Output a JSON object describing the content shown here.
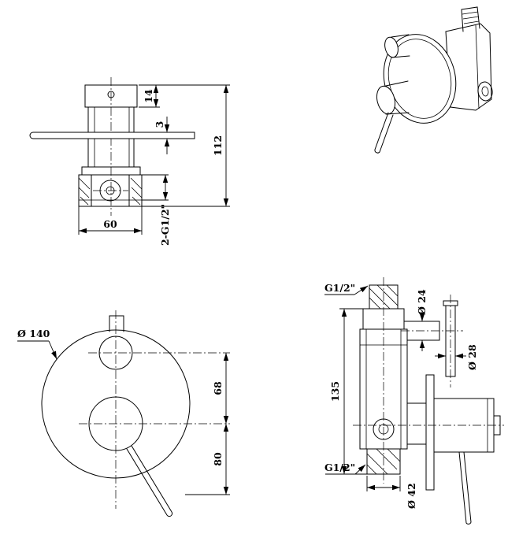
{
  "drawing": {
    "background": "#ffffff",
    "line_color": "#000000",
    "top_view": {
      "dim_cap_height": "14",
      "dim_lever_thickness": "3",
      "dim_total_height": "112",
      "dim_body_width": "60",
      "thread_label": "2-G1/2\""
    },
    "front_view": {
      "dim_plate_diameter": "Ø 140",
      "dim_knob_spacing": "68",
      "dim_lever_drop": "80"
    },
    "side_view": {
      "thread_top": "G1/2\"",
      "dim_top_pipe_diameter": "Ø 24",
      "dim_rod_diameter": "Ø 28",
      "dim_body_height": "135",
      "thread_bottom": "G1/2\"",
      "dim_bottom_port_diameter": "Ø 42"
    }
  }
}
